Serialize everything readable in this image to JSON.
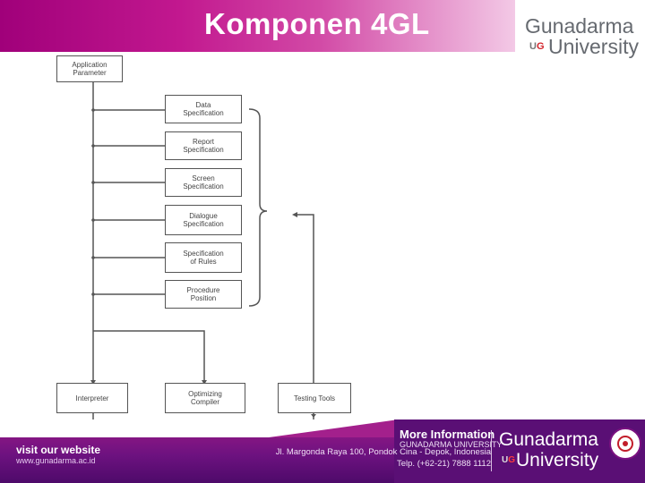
{
  "header": {
    "title": "Komponen 4GL",
    "logo_line1": "Gunadarma",
    "logo_ug_u": "U",
    "logo_ug_g": "G",
    "logo_line2": "University"
  },
  "diagram": {
    "top_box": "Application\nParameter",
    "specs": [
      "Data\nSpecification",
      "Report\nSpecification",
      "Screen\nSpecification",
      "Dialogue\nSpecification",
      "Specification\nof Rules",
      "Procedure\nPosition"
    ],
    "bottom_boxes": [
      "Interpreter",
      "Optimizing\nCompiler",
      "Testing Tools"
    ]
  },
  "footer": {
    "visit_label": "visit our website",
    "website": "www.gunadarma.ac.id",
    "address_line1": "Jl. Margonda Raya 100, Pondok Cina - Depok, Indonesia",
    "address_line2": "Telp. (+62-21) 7888 1112",
    "more_info": "More Information",
    "university_name": "GUNADARMA UNIVERSITY",
    "logo_line1": "Gunadarma",
    "logo_ug_u": "U",
    "logo_ug_g": "G",
    "logo_line2": "University"
  },
  "colors": {
    "brand_magenta": "#b0137f",
    "footer_purple": "#5a0f75",
    "diagram_line": "#555555"
  }
}
